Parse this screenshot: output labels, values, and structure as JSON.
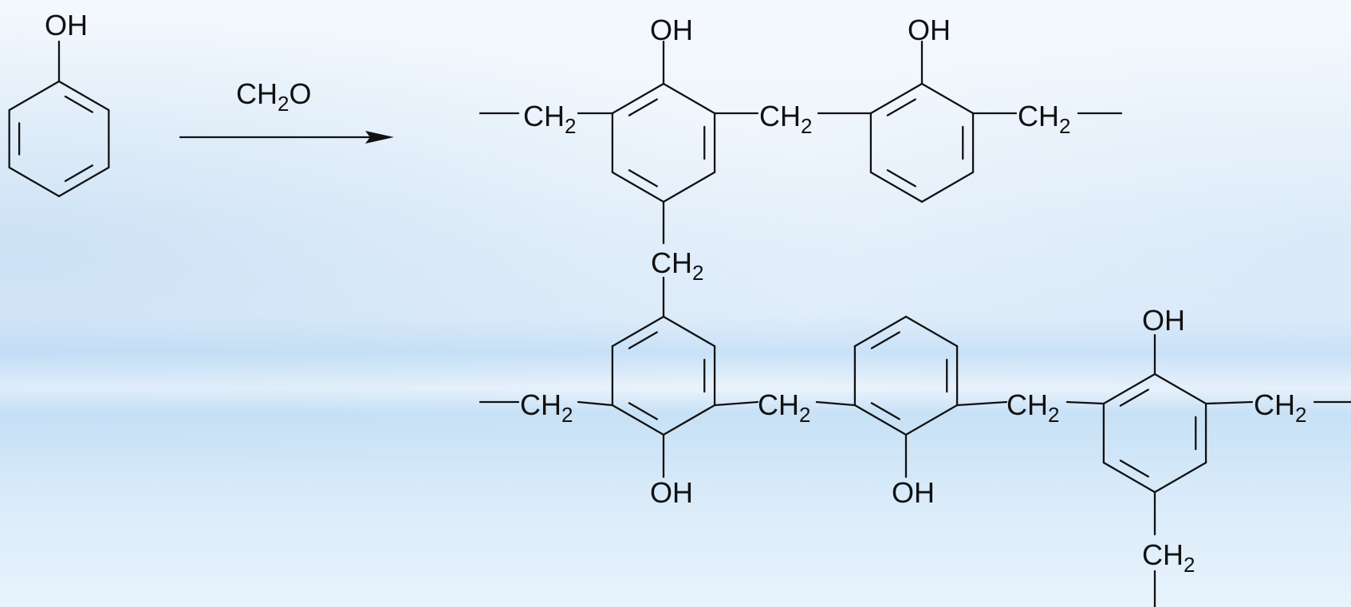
{
  "reagent": {
    "formula": "CH",
    "sub": "2",
    "tail": "O"
  },
  "hydroxyl": "OH",
  "methylene": {
    "main": "CH",
    "sub": "2"
  },
  "colors": {
    "ink": "#111111",
    "background": "#eef5fc",
    "band": "#c9e2f7"
  }
}
